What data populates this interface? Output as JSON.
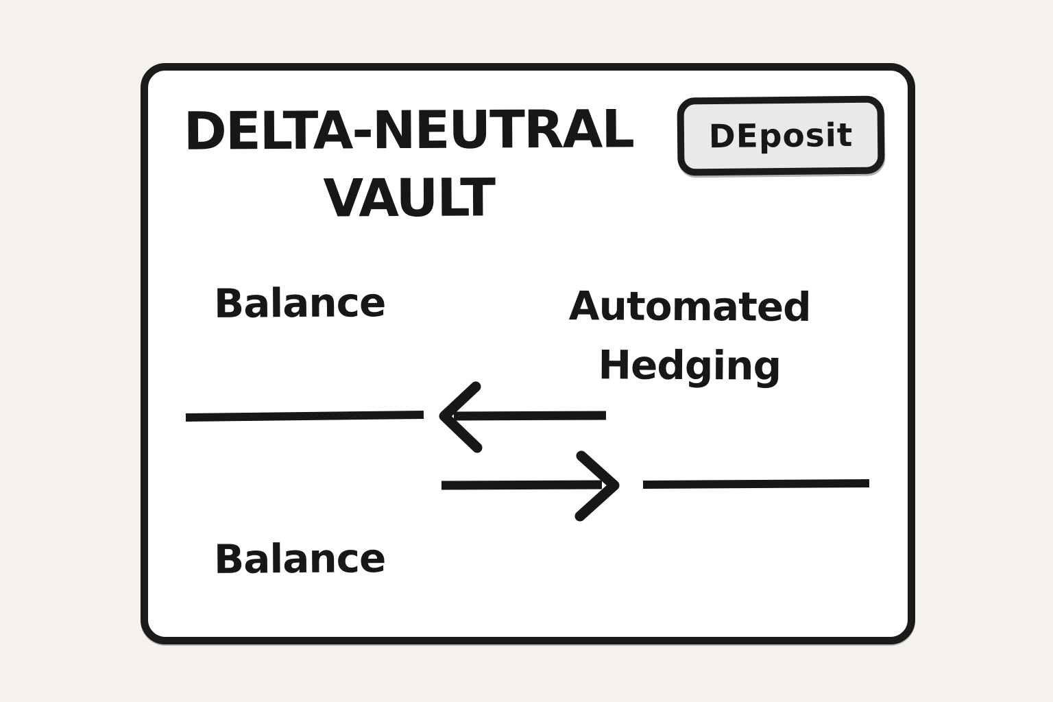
{
  "canvas": {
    "style": "hand-drawn whiteboard sketch",
    "colors": {
      "page_background": "#f5f1ec",
      "card_fill": "#fffffe",
      "card_border": "#1b1b1b",
      "button_fill": "#e9e9e9",
      "ink": "#171717"
    }
  },
  "card": {
    "title": {
      "line1": "DELTA-NEUTRAL",
      "line2": "VAULT"
    },
    "deposit_button": {
      "label": "DEposit"
    },
    "labels": {
      "balance_top": "Balance",
      "automated_hedging_line1": "Automated",
      "automated_hedging_line2": "Hedging",
      "balance_bottom": "Balance"
    },
    "flows": [
      {
        "from": "Automated Hedging",
        "to": "Balance",
        "direction": "left"
      },
      {
        "from": "Balance",
        "to": "Automated Hedging",
        "direction": "right"
      }
    ]
  }
}
